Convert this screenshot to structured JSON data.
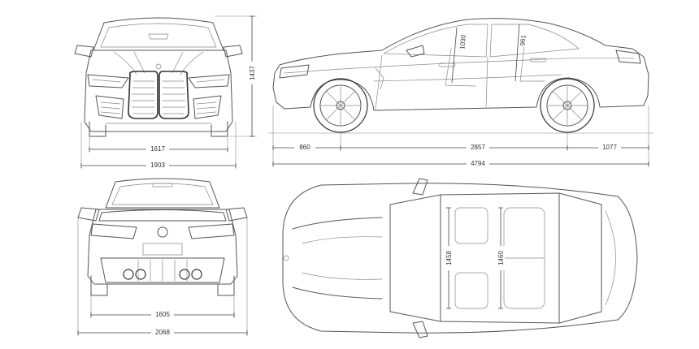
{
  "dimensions": {
    "front_track": "1617",
    "front_width": "1903",
    "height": "1437",
    "front_overhang": "860",
    "wheelbase": "2857",
    "rear_overhang": "1077",
    "length": "4794",
    "rear_track": "1605",
    "mirror_width": "2068",
    "front_headroom": "1030",
    "rear_headroom": "961",
    "front_shoulder": "1458",
    "rear_shoulder": "1460"
  },
  "colors": {
    "line": "#555555",
    "background": "#ffffff"
  }
}
